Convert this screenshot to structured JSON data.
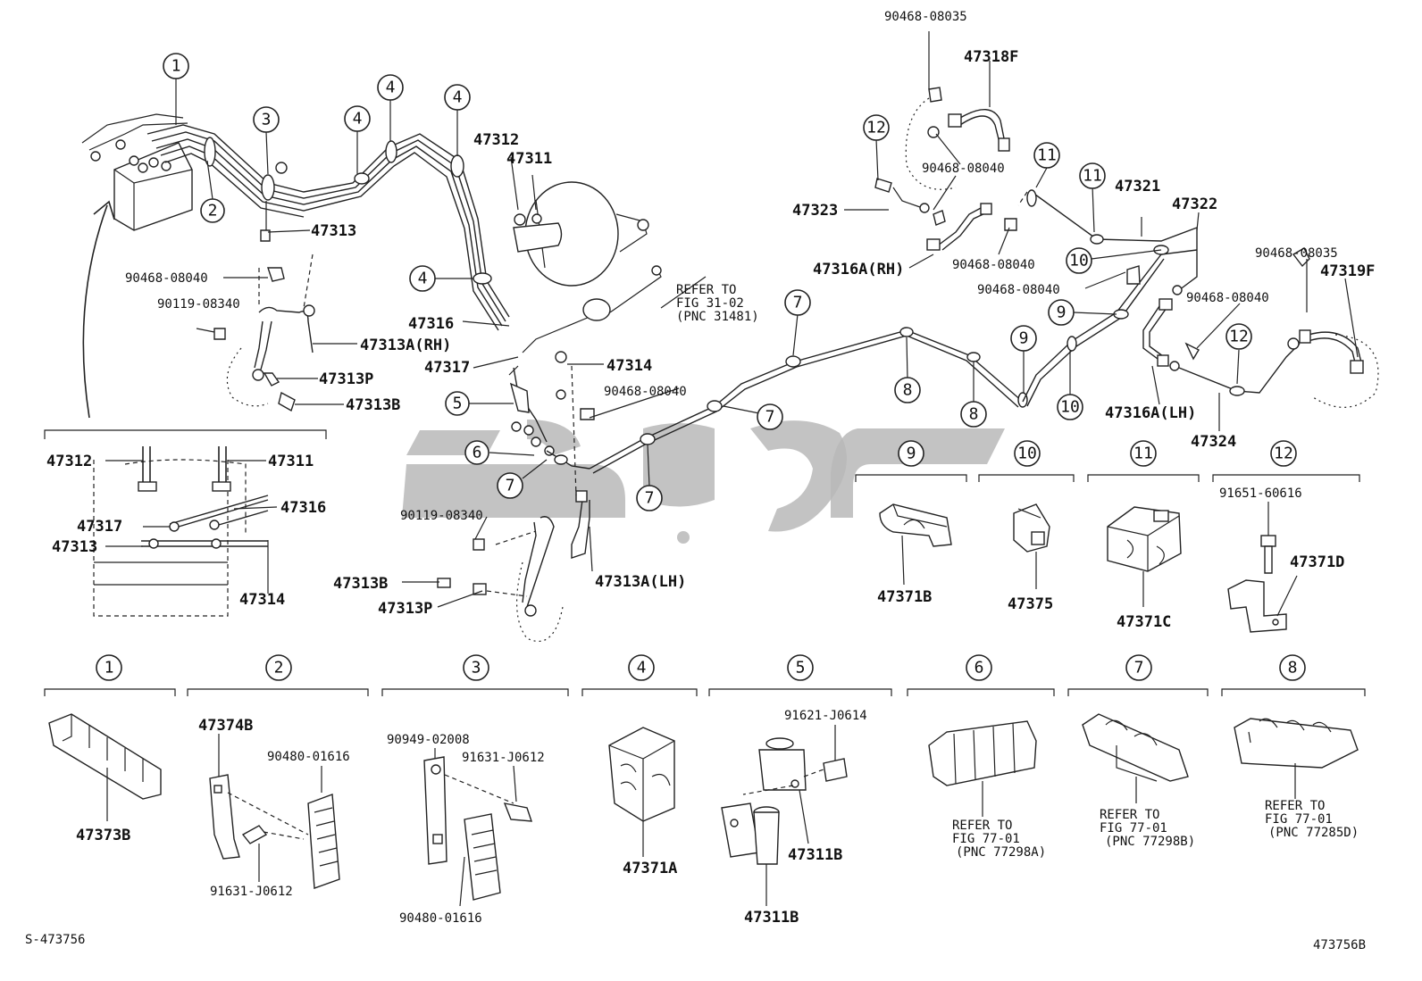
{
  "diagram": {
    "figure_code_left": "S-473756",
    "figure_code_right": "473756B",
    "callouts": [
      "1",
      "2",
      "3",
      "4",
      "5",
      "6",
      "7",
      "8",
      "9",
      "10",
      "11",
      "12"
    ],
    "main_labels": {
      "p47313_top": "47313",
      "p90468_08040_a": "90468-08040",
      "p90119_08340_a": "90119-08340",
      "p47313A_RH": "47313A(RH)",
      "p47313P_a": "47313P",
      "p47313B_a": "47313B",
      "p47312": "47312",
      "p47311": "47311",
      "p47316": "47316",
      "p47317": "47317",
      "p47314": "47314",
      "p90468_08040_b": "90468-08040",
      "refer_fig31_l1": "REFER TO",
      "refer_fig31_l2": "FIG 31-02",
      "refer_fig31_l3": "(PNC 31481)",
      "p90119_08340_b": "90119-08340",
      "p47313B_b": "47313B",
      "p47313P_b": "47313P",
      "p47313A_LH": "47313A(LH)",
      "p90468_08035_a": "90468-08035",
      "p47318F": "47318F",
      "p47323": "47323",
      "p90468_08040_c": "90468-08040",
      "p90468_08040_d": "90468-08040",
      "p47316A_RH": "47316A(RH)",
      "p47321": "47321",
      "p47322": "47322",
      "p90468_08040_e": "90468-08040",
      "p90468_08040_f": "90468-08040",
      "p90468_08035_b": "90468-08035",
      "p47319F": "47319F",
      "p47316A_LH": "47316A(LH)",
      "p47324": "47324"
    },
    "inset_labels": {
      "p47312": "47312",
      "p47311": "47311",
      "p47317": "47317",
      "p47316": "47316",
      "p47313": "47313",
      "p47314": "47314"
    },
    "detail_labels": {
      "d9": "47371B",
      "d10": "47375",
      "d11": "47371C",
      "d12_bolt": "91651-60616",
      "d12": "47371D",
      "d1": "47373B",
      "d2_a": "47374B",
      "d2_b": "90480-01616",
      "d2_c": "91631-J0612",
      "d3_a": "90949-02008",
      "d3_b": "91631-J0612",
      "d3_c": "90480-01616",
      "d4": "47371A",
      "d5_bolt": "91621-J0614",
      "d5_a": "47311B",
      "d5_b": "47311B",
      "d6_l1": "REFER TO",
      "d6_l2": "FIG 77-01",
      "d6_l3": "(PNC 77298A)",
      "d7_l1": "REFER TO",
      "d7_l2": "FIG 77-01",
      "d7_l3": "(PNC 77298B)",
      "d8_l1": "REFER TO",
      "d8_l2": "FIG 77-01",
      "d8_l3": "(PNC 77285D)"
    }
  }
}
